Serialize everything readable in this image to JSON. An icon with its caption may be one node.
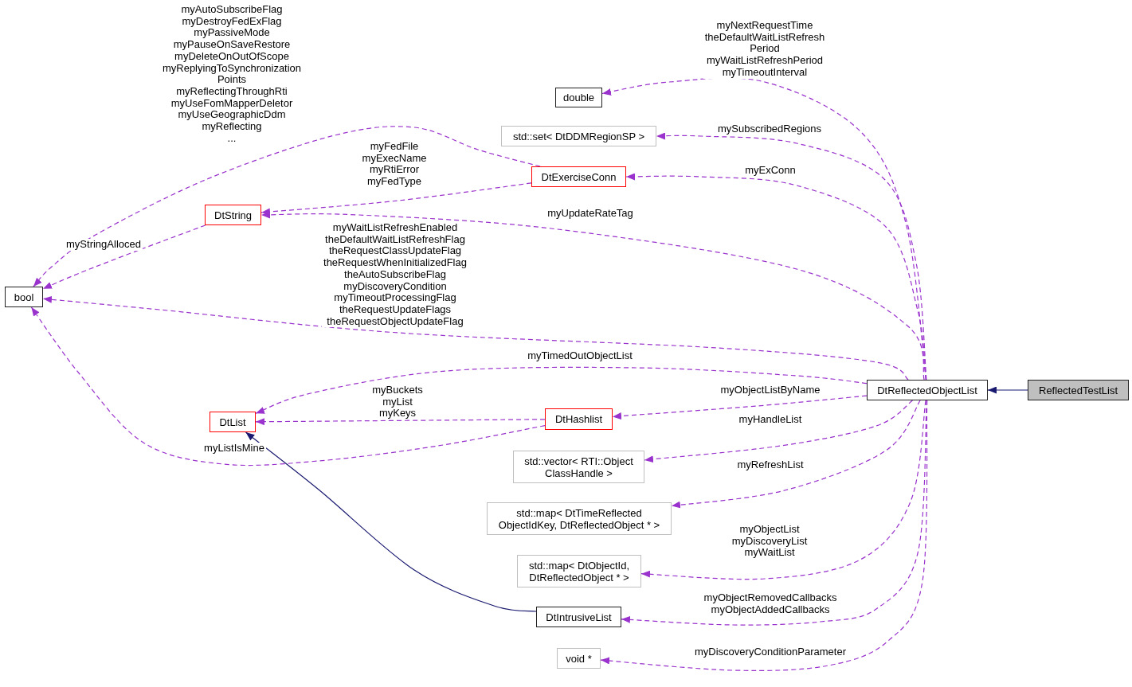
{
  "diagram": {
    "nodes": [
      {
        "text": [
          "double"
        ]
      },
      {
        "text": [
          "std::set< DtDDMRegionSP >"
        ]
      },
      {
        "text": [
          "DtExerciseConn"
        ]
      },
      {
        "text": [
          "DtString"
        ]
      },
      {
        "text": [
          "bool"
        ]
      },
      {
        "text": [
          "DtReflectedObjectList"
        ]
      },
      {
        "text": [
          "ReflectedTestList"
        ]
      },
      {
        "text": [
          "DtList"
        ]
      },
      {
        "text": [
          "DtHashlist"
        ]
      },
      {
        "text": [
          "std::vector< RTI::Object ClassHandle >"
        ]
      },
      {
        "text": [
          "std::map< DtTimeReflected ObjectIdKey, DtReflectedObject * >"
        ]
      },
      {
        "text": [
          "std::map< DtObjectId, DtReflectedObject * >"
        ]
      },
      {
        "text": [
          "DtIntrusiveList"
        ]
      },
      {
        "text": [
          "void *"
        ]
      }
    ],
    "edges": [
      {
        "from": 5,
        "to": 0,
        "arrow": "to",
        "style": "dashed",
        "label": "myNextRequestTime theDefaultWaitListRefresh Period myWaitListRefreshPeriod myTimeoutInterval"
      },
      {
        "from": 5,
        "to": 1,
        "arrow": "to",
        "style": "dashed",
        "label": "mySubscribedRegions"
      },
      {
        "from": 5,
        "to": 2,
        "arrow": "to",
        "style": "dashed",
        "label": "myExConn"
      },
      {
        "from": 5,
        "to": 3,
        "arrow": "to",
        "style": "dashed",
        "label": "myUpdateRateTag"
      },
      {
        "from": 2,
        "to": 3,
        "arrow": "to",
        "style": "dashed",
        "label": "myFedFile myExecName myRtiError myFedType"
      },
      {
        "from": 2,
        "to": 4,
        "arrow": "to",
        "style": "dashed",
        "label": "myAutoSubscribeFlag myDestroyFedExFlag myPassiveMode myPauseOnSaveRestore myDeleteOnOutOfScope myReplyingToSynchronization Points myReflectingThroughRti myUseFomMapperDeletor myUseGeographicDdm myReflecting ..."
      },
      {
        "from": 3,
        "to": 4,
        "arrow": "to",
        "style": "dashed",
        "label": "myStringAlloced"
      },
      {
        "from": 5,
        "to": 4,
        "arrow": "to",
        "style": "dashed",
        "label": "myWaitListRefreshEnabled theDefaultWaitListRefreshFlag theRequestClassUpdateFlag theRequestWhenInitializedFlag theAutoSubscribeFlag myDiscoveryCondition myTimeoutProcessingFlag theRequestUpdateFlags theRequestObjectUpdateFlag"
      },
      {
        "from": 8,
        "to": 4,
        "arrow": "to",
        "style": "dashed",
        "label": "myListIsMine"
      },
      {
        "from": 5,
        "to": 7,
        "arrow": "to",
        "style": "dashed",
        "label": "myTimedOutObjectList"
      },
      {
        "from": 8,
        "to": 7,
        "arrow": "to",
        "style": "dashed",
        "label": "myBuckets myList myKeys"
      },
      {
        "from": 5,
        "to": 8,
        "arrow": "to",
        "style": "dashed",
        "label": "myObjectListByName"
      },
      {
        "from": 5,
        "to": 9,
        "arrow": "to",
        "style": "dashed",
        "label": "myHandleList"
      },
      {
        "from": 5,
        "to": 10,
        "arrow": "to",
        "style": "dashed",
        "label": "myRefreshList"
      },
      {
        "from": 5,
        "to": 11,
        "arrow": "to",
        "style": "dashed",
        "label": "myObjectList myDiscoveryList myWaitList"
      },
      {
        "from": 5,
        "to": 12,
        "arrow": "to",
        "style": "dashed",
        "label": "myObjectRemovedCallbacks myObjectAddedCallbacks"
      },
      {
        "from": 5,
        "to": 13,
        "arrow": "to",
        "style": "dashed",
        "label": "myDiscoveryConditionParameter"
      },
      {
        "from": 12,
        "to": 7,
        "arrow": "to",
        "color": "#191970"
      },
      {
        "from": 6,
        "to": 5,
        "arrow": "to",
        "color": "#191970"
      }
    ]
  }
}
